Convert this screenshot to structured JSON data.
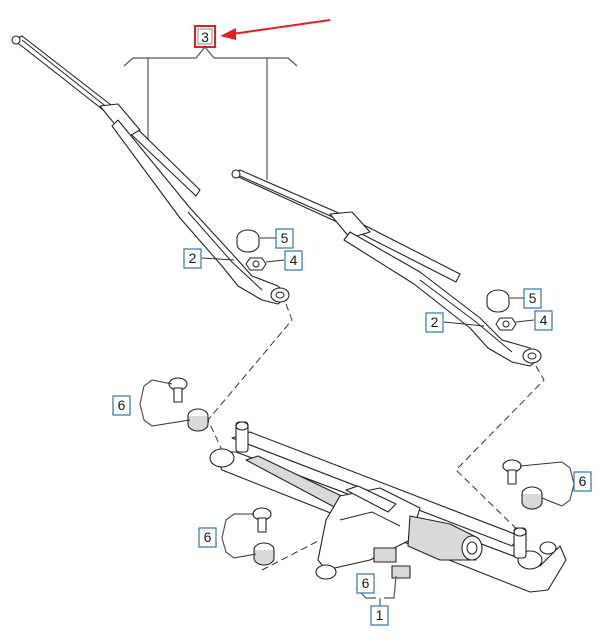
{
  "callouts": {
    "top_group": "3",
    "arm_left": "2",
    "cap_left": "5",
    "nut_left": "4",
    "arm_right": "2",
    "cap_right": "5",
    "nut_right": "4",
    "bolt_left": "6",
    "bolt_mid": "6",
    "bolt_right": "6",
    "bolt_bottom": "6",
    "linkage": "1"
  },
  "colors": {
    "callout_border": "#2a78b4",
    "highlight": "#e02020",
    "line": "#222222",
    "shade": "#d9d9d9"
  },
  "icons": {
    "pointer": "red-arrow"
  }
}
